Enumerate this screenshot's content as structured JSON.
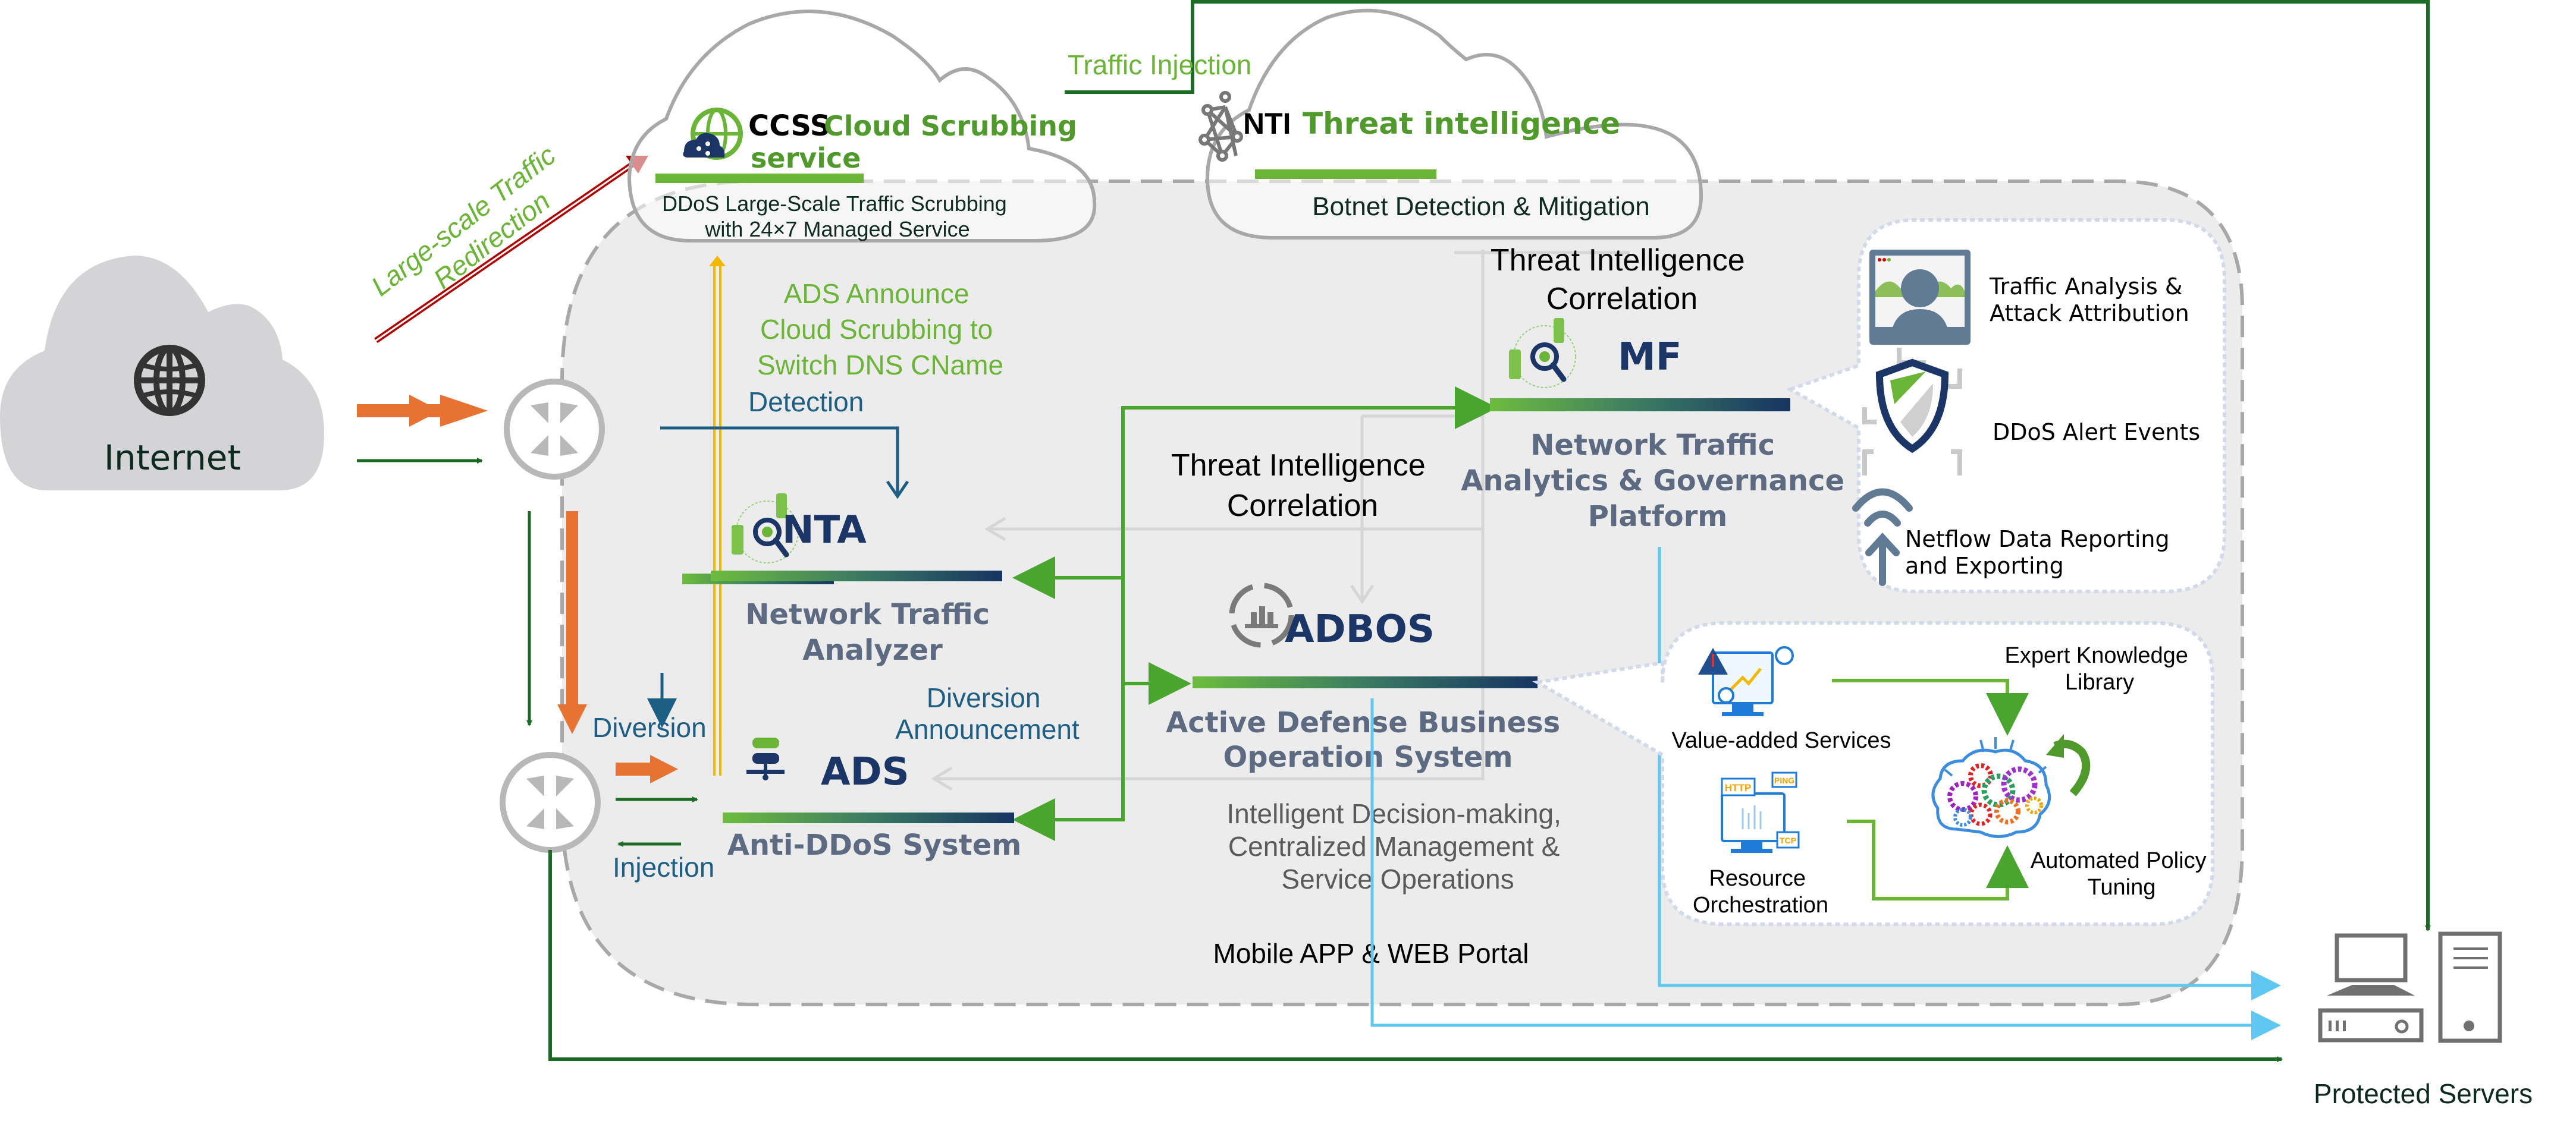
{
  "colors": {
    "brand_green": "#6ab535",
    "dark_green": "#1b6b24",
    "navy": "#1a3566",
    "slate": "#5d6b82",
    "orange": "#e87232",
    "sky_blue": "#5ec8f2",
    "yellow": "#f5b800",
    "red": "#b00000",
    "teal_blue": "#1d5f84",
    "panel_gray": "#ececec",
    "cloud_gray": "#d4d4d6"
  },
  "internet": {
    "label": "Internet",
    "icon": "globe-icon"
  },
  "ccss": {
    "abbr": "CCSS",
    "title_line1": "Cloud Scrubbing",
    "title_line2": "service",
    "desc_line1": "DDoS Large-Scale Traffic Scrubbing",
    "desc_line2": "with 24×7 Managed Service",
    "icon": "cloud-globe-icon"
  },
  "nti": {
    "abbr": "NTI",
    "title": "Threat intelligence",
    "desc": "Botnet Detection & Mitigation",
    "icon": "network-mesh-icon"
  },
  "flows": {
    "traffic_injection": "Traffic Injection",
    "large_scale_line1": "Large-scale Traffic",
    "large_scale_line2": "Redirection",
    "ads_announce_line1": "ADS Announce",
    "ads_announce_line2": "Cloud Scrubbing to",
    "ads_announce_line3": "Switch DNS CName",
    "detection": "Detection",
    "diversion": "Diversion",
    "injection": "Injection",
    "diversion_announcement_line1": "Diversion",
    "diversion_announcement_line2": "Announcement",
    "ti_correlation_center_line1": "Threat Intelligence",
    "ti_correlation_center_line2": "Correlation",
    "ti_correlation_top_line1": "Threat Intelligence",
    "ti_correlation_top_line2": "Correlation"
  },
  "nta": {
    "abbr": "NTA",
    "name_line1": "Network Traffic",
    "name_line2": "Analyzer",
    "icon": "traffic-search-icon"
  },
  "ads": {
    "abbr": "ADS",
    "name": "Anti-DDoS System",
    "icon": "server-stack-icon"
  },
  "mf": {
    "abbr": "MF",
    "name_line1": "Network Traffic",
    "name_line2": "Analytics & Governance",
    "name_line3": "Platform",
    "icon": "traffic-search-icon"
  },
  "adbos": {
    "abbr": "ADBOS",
    "name_line1": "Active Defense Business",
    "name_line2": "Operation System",
    "desc_line1": "Intelligent Decision-making,",
    "desc_line2": "Centralized Management &",
    "desc_line3": "Service Operations",
    "portal": "Mobile APP & WEB Portal",
    "icon": "bar-chart-ring-icon"
  },
  "mf_features": [
    {
      "label_line1": "Traffic Analysis &",
      "label_line2": "Attack Attribution",
      "icon": "analyst-monitor-icon"
    },
    {
      "label_line1": "DDoS Alert Events",
      "label_line2": "",
      "icon": "shield-circuit-icon"
    },
    {
      "label_line1": "Netflow Data Reporting",
      "label_line2": "and Exporting",
      "icon": "wifi-upload-icon"
    }
  ],
  "adbos_features": {
    "value_added": "Value-added Services",
    "resource_line1": "Resource",
    "resource_line2": "Orchestration",
    "expert_line1": "Expert Knowledge",
    "expert_line2": "Library",
    "automated_line1": "Automated Policy",
    "automated_line2": "Tuning",
    "resource_tags": [
      "HTTP",
      "PING",
      "TCP"
    ]
  },
  "protected": {
    "label": "Protected Servers"
  }
}
